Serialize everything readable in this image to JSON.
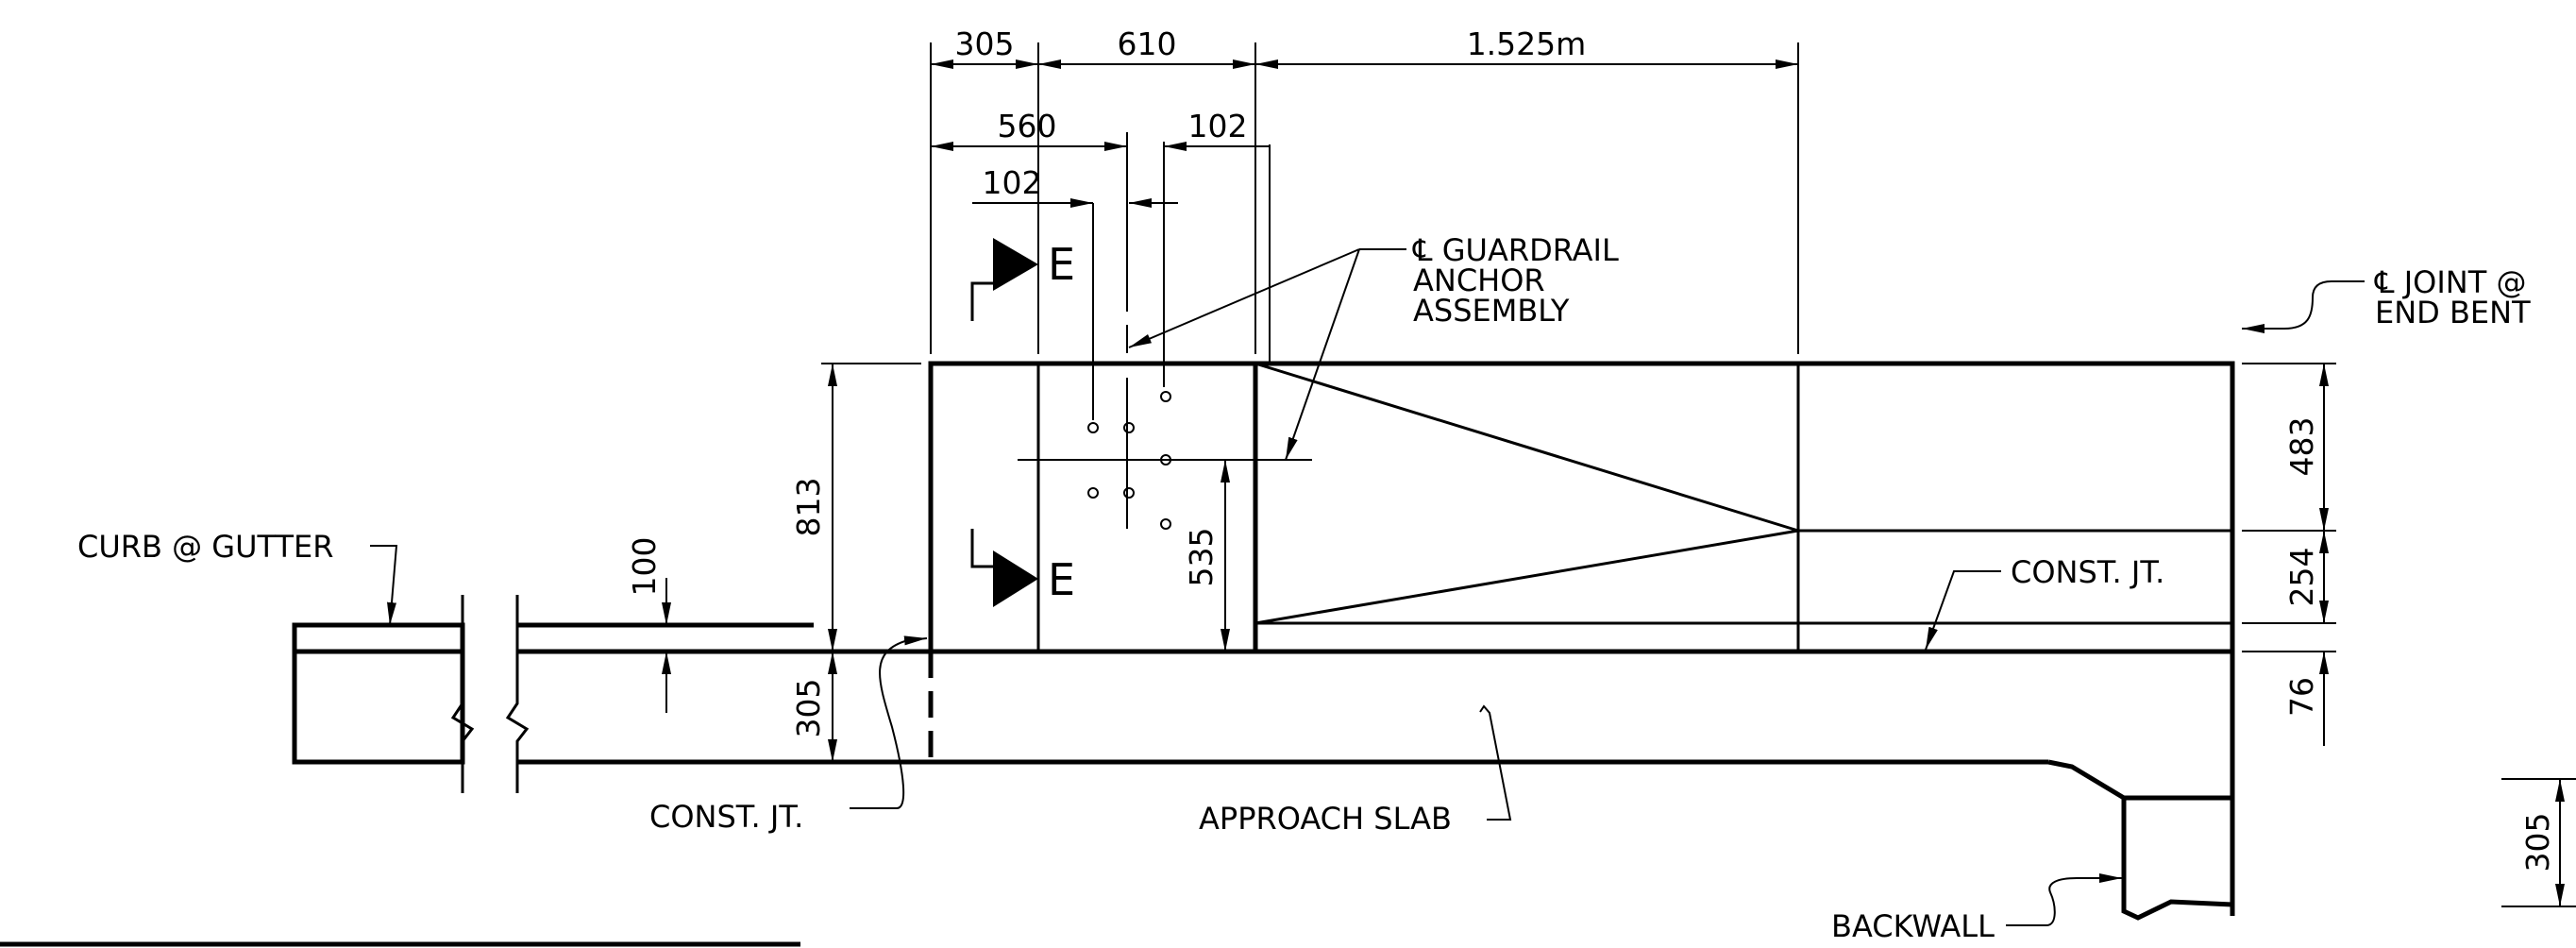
{
  "dimensions": {
    "top_305": "305",
    "top_610": "610",
    "top_1525": "1.525m",
    "d560": "560",
    "d102_right": "102",
    "d102_left": "102",
    "v813": "813",
    "v100": "100",
    "v305_left": "305",
    "v535": "535",
    "v483": "483",
    "v254": "254",
    "v76": "76",
    "v305_right": "305"
  },
  "labels": {
    "guardrail_line1": "℄ GUARDRAIL",
    "guardrail_line2": "ANCHOR",
    "guardrail_line3": "ASSEMBLY",
    "joint_line1": "℄ JOINT @",
    "joint_line2": "END BENT",
    "curb": "CURB @ GUTTER",
    "const_jt_right": "CONST. JT.",
    "const_jt_left": "CONST. JT.",
    "approach_slab": "APPROACH SLAB",
    "backwall": "BACKWALL"
  },
  "section_marks": {
    "upper": "E",
    "lower": "E"
  }
}
